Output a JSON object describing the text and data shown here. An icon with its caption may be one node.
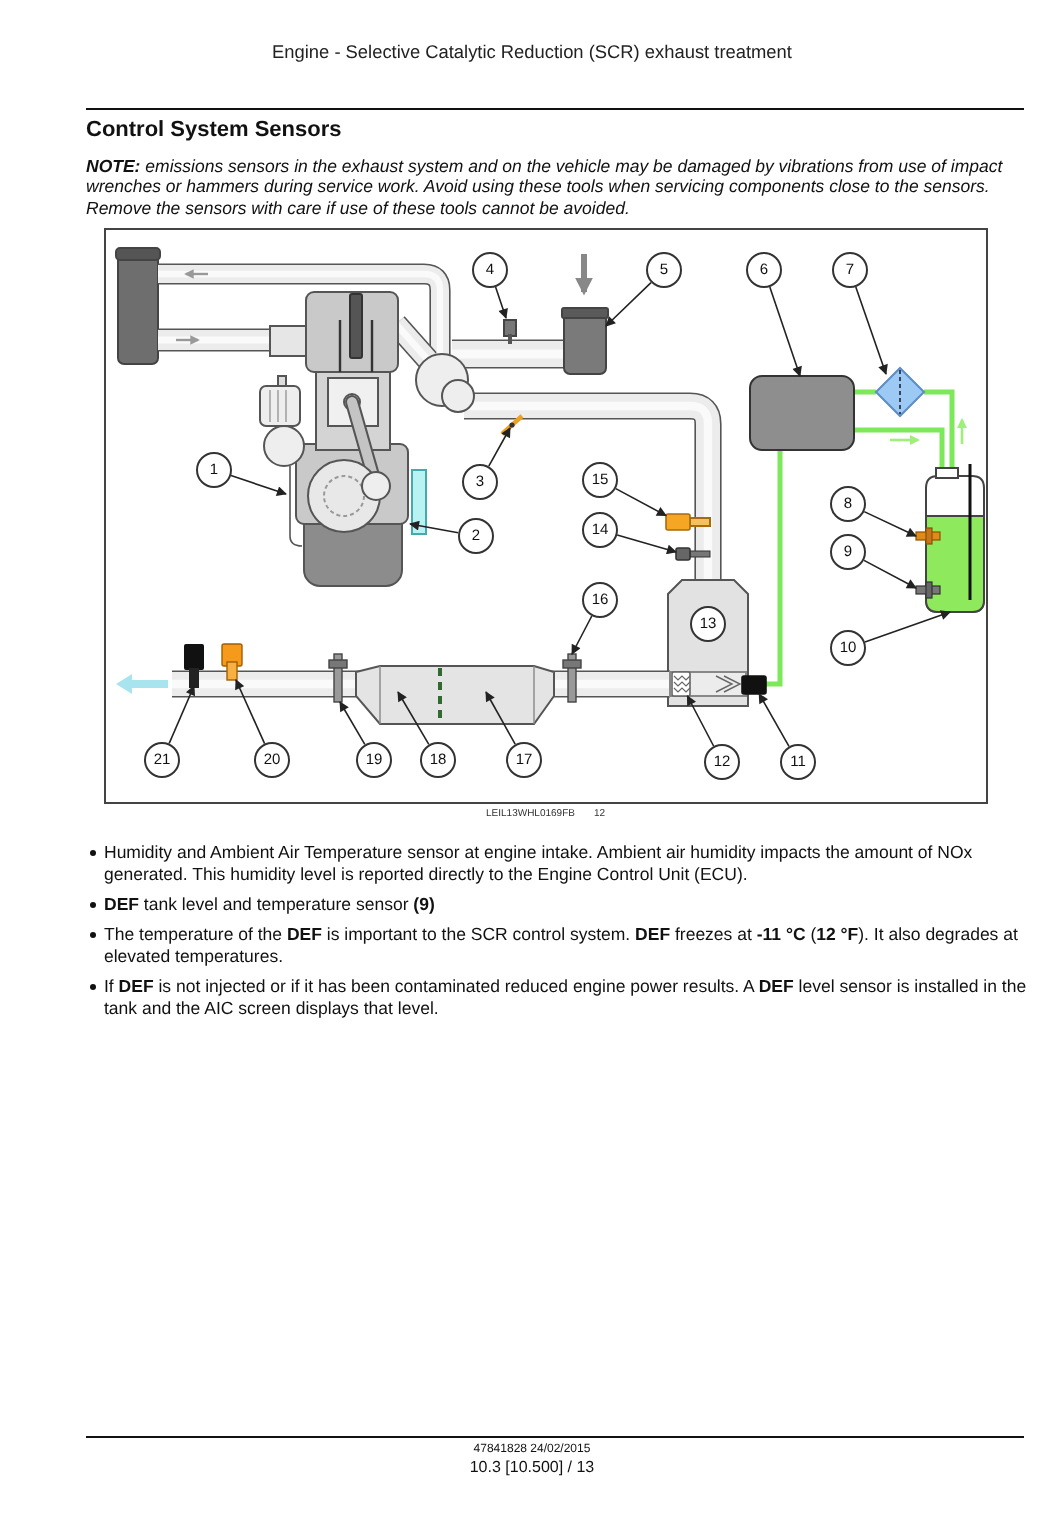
{
  "diagram": {
    "title": "Control System Sensors",
    "nodes": [
      {
        "text": [
          "1"
        ]
      },
      {
        "text": [
          "2"
        ]
      },
      {
        "text": [
          "3"
        ]
      },
      {
        "text": [
          "4"
        ]
      },
      {
        "text": [
          "5"
        ]
      },
      {
        "text": [
          "6"
        ]
      },
      {
        "text": [
          "7"
        ]
      },
      {
        "text": [
          "8"
        ]
      },
      {
        "text": [
          "9"
        ]
      },
      {
        "text": [
          "10"
        ]
      },
      {
        "text": [
          "11"
        ]
      },
      {
        "text": [
          "12"
        ]
      },
      {
        "text": [
          "13"
        ]
      },
      {
        "text": [
          "14"
        ]
      },
      {
        "text": [
          "15"
        ]
      },
      {
        "text": [
          "16"
        ]
      },
      {
        "text": [
          "17"
        ]
      },
      {
        "text": [
          "18"
        ]
      },
      {
        "text": [
          "19"
        ]
      },
      {
        "text": [
          "20"
        ]
      },
      {
        "text": [
          "21"
        ]
      },
      {
        "text": [],
        "shape": "box"
      },
      {
        "text": [],
        "shape": "box"
      },
      {
        "text": [],
        "shape": "box"
      },
      {
        "text": [],
        "shape": "box"
      }
    ],
    "edges": [
      {
        "from": 0,
        "to": null,
        "arrow": "to"
      },
      {
        "from": 1,
        "to": null,
        "arrow": "to"
      },
      {
        "from": 2,
        "to": null,
        "arrow": "to"
      },
      {
        "from": 3,
        "to": null,
        "arrow": "to"
      },
      {
        "from": 4,
        "to": null,
        "arrow": "to"
      },
      {
        "from": 5,
        "to": null,
        "arrow": "to"
      },
      {
        "from": 6,
        "to": null,
        "arrow": "to"
      },
      {
        "from": 7,
        "to": null,
        "arrow": "to"
      },
      {
        "from": 8,
        "to": null,
        "arrow": "to"
      },
      {
        "from": 9,
        "to": null,
        "arrow": "to"
      },
      {
        "from": 10,
        "to": 24,
        "arrow": "to"
      },
      {
        "from": 11,
        "to": 23,
        "arrow": "to"
      },
      {
        "from": 13,
        "to": 22,
        "arrow": "to"
      },
      {
        "from": 14,
        "to": 21,
        "arrow": "to"
      },
      {
        "from": 15,
        "to": null,
        "arrow": "to"
      },
      {
        "from": 16,
        "to": null,
        "arrow": "to"
      },
      {
        "from": 17,
        "to": null,
        "arrow": "to"
      },
      {
        "from": 18,
        "to": null,
        "arrow": "to"
      },
      {
        "from": 19,
        "to": null,
        "arrow": "to"
      },
      {
        "from": 20,
        "to": null,
        "arrow": "to"
      }
    ],
    "labels": [
      "Engine - Selective Catalytic Reduction (SCR) exhaust treatment",
      "**NOTE:** emissions sensors in the exhaust system and on the vehicle may be damaged by vibrations from use of impact wrenches or hammers during service work. Avoid using these tools when servicing components close to the sensors. Remove the sensors with care if use of these tools cannot be avoided.",
      "LEIL13WHL0169FB",
      "12",
      "Humidity and Ambient Air Temperature sensor at engine intake. Ambient air humidity impacts the amount of NOx generated. This humidity level is reported directly to the Engine Control Unit (ECU).",
      "**DEF** tank level and temperature sensor **(9)**",
      "The temperature of the **DEF** is important to the SCR control system. **DEF** freezes at **-11 °C** (**12 °F**). It also degrades at elevated temperatures.",
      "If **DEF** is not injected or if it has been contaminated reduced engine power results. A **DEF** level sensor is installed in the tank and the AIC screen displays that level.",
      "47841828 24/02/2015",
      "10.3 [10.500] / 13"
    ]
  }
}
